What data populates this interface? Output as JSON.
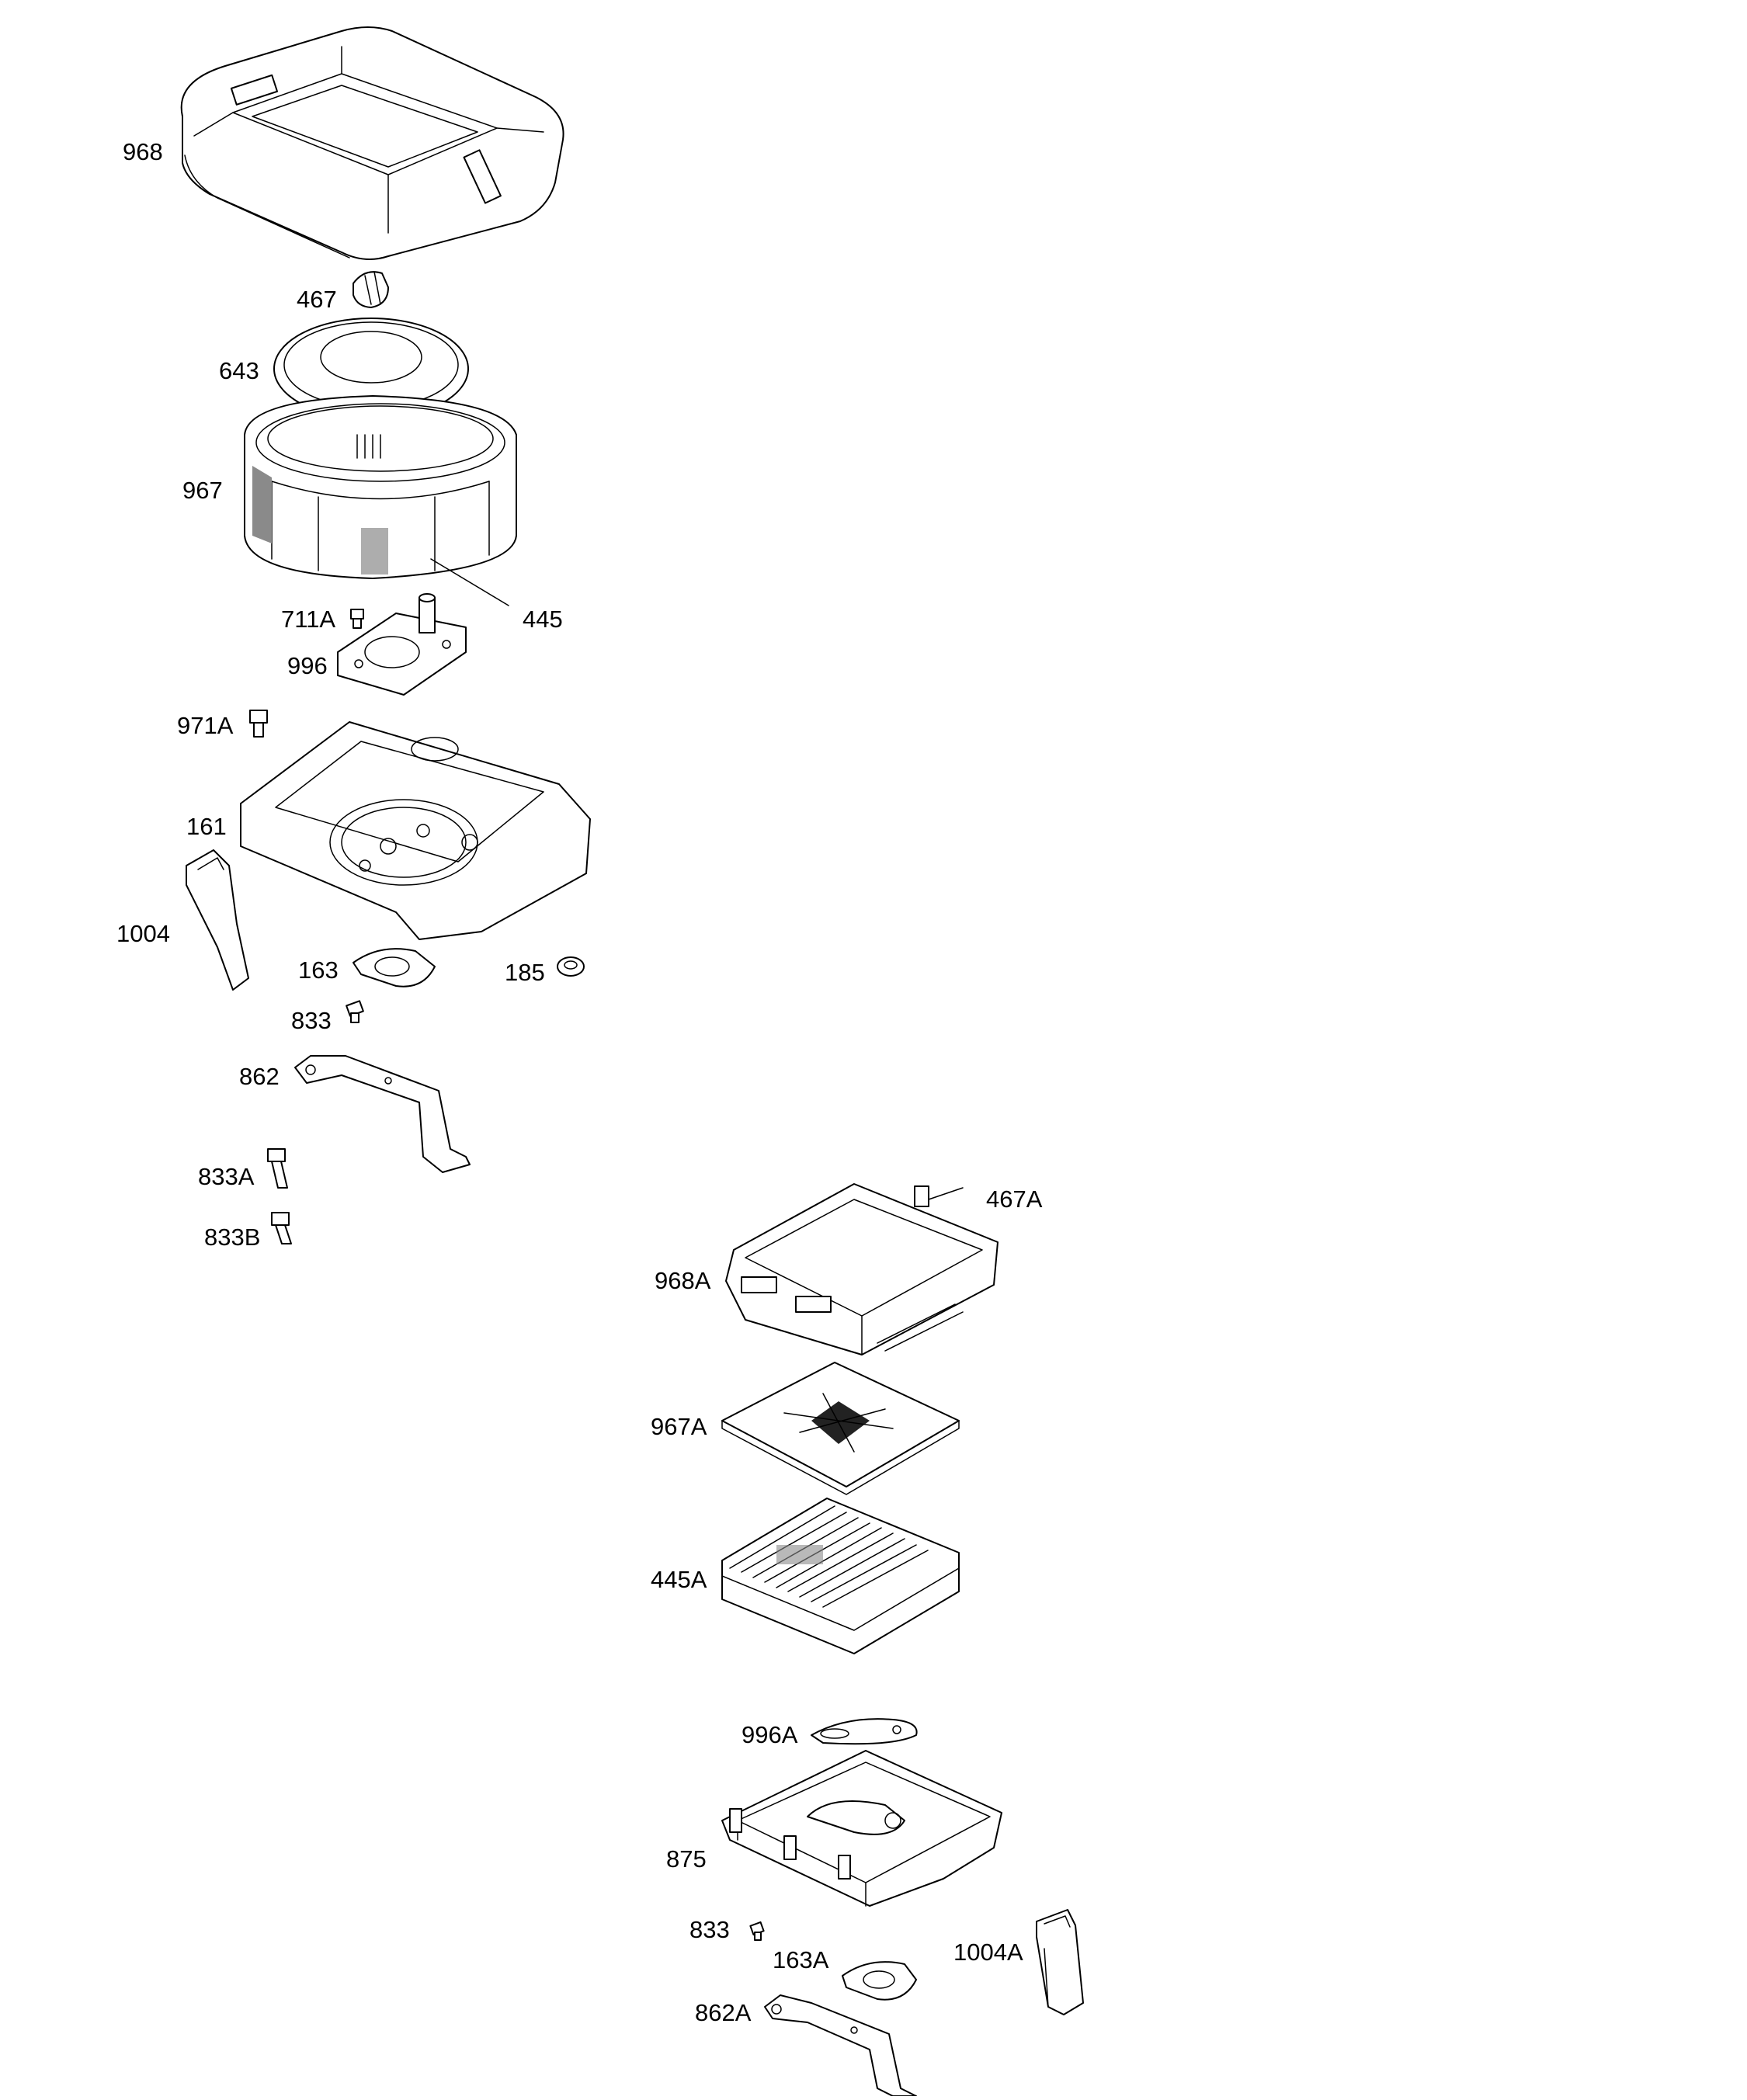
{
  "diagram": {
    "title": "Air Cleaner Exploded Parts Diagram",
    "parts": [
      {
        "key": "p968",
        "number": "968"
      },
      {
        "key": "p467",
        "number": "467"
      },
      {
        "key": "p643",
        "number": "643"
      },
      {
        "key": "p967",
        "number": "967"
      },
      {
        "key": "p445",
        "number": "445"
      },
      {
        "key": "p711A",
        "number": "711A"
      },
      {
        "key": "p996",
        "number": "996"
      },
      {
        "key": "p971A",
        "number": "971A"
      },
      {
        "key": "p161",
        "number": "161"
      },
      {
        "key": "p1004",
        "number": "1004"
      },
      {
        "key": "p163",
        "number": "163"
      },
      {
        "key": "p185",
        "number": "185"
      },
      {
        "key": "p833",
        "number": "833"
      },
      {
        "key": "p862",
        "number": "862"
      },
      {
        "key": "p833A",
        "number": "833A"
      },
      {
        "key": "p833B",
        "number": "833B"
      },
      {
        "key": "p467A",
        "number": "467A"
      },
      {
        "key": "p968A",
        "number": "968A"
      },
      {
        "key": "p967A",
        "number": "967A"
      },
      {
        "key": "p445A",
        "number": "445A"
      },
      {
        "key": "p996A",
        "number": "996A"
      },
      {
        "key": "p875",
        "number": "875"
      },
      {
        "key": "p833b2",
        "number": "833"
      },
      {
        "key": "p163A",
        "number": "163A"
      },
      {
        "key": "p1004A",
        "number": "1004A"
      },
      {
        "key": "p862A",
        "number": "862A"
      }
    ]
  }
}
